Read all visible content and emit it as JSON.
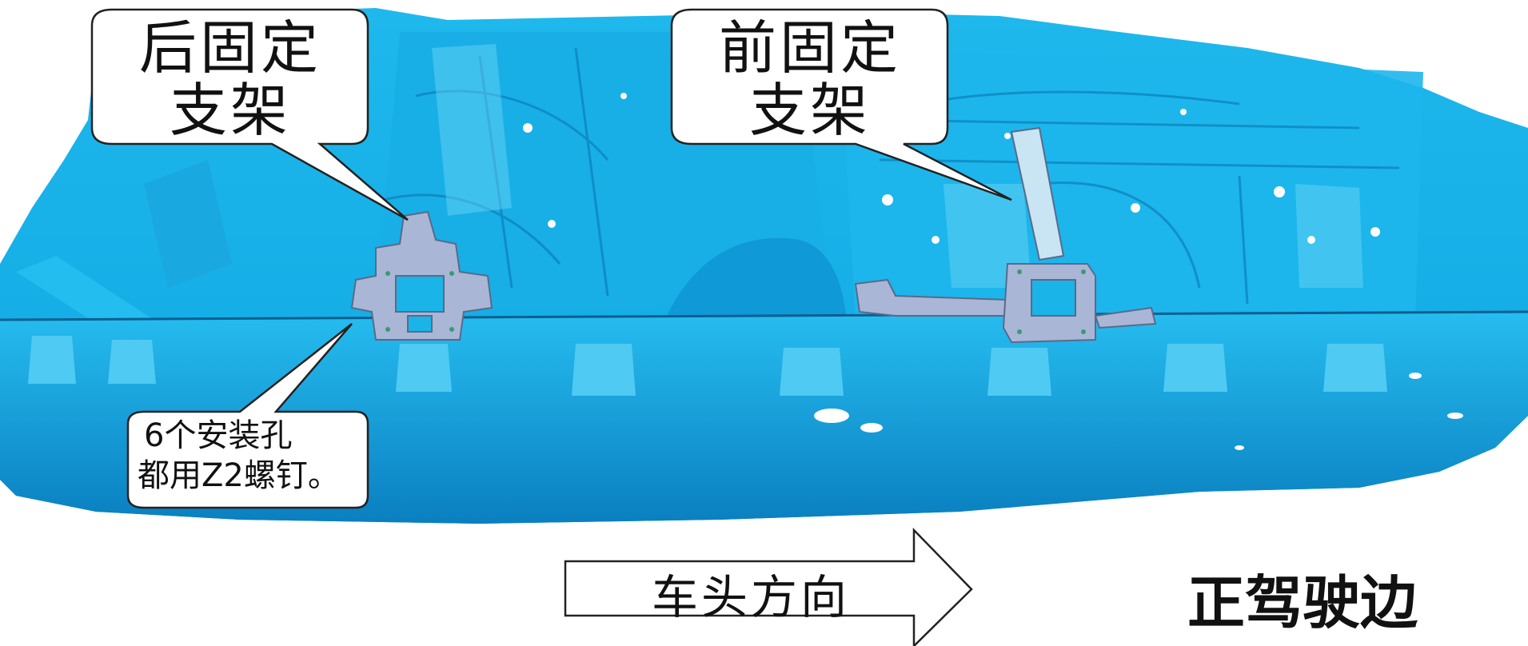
{
  "callouts": {
    "rear_bracket": {
      "line1": "后固定",
      "line2": "支架"
    },
    "front_bracket": {
      "line1": "前固定",
      "line2": "支架"
    },
    "mounting_holes": {
      "line1": "6个安装孔",
      "line2": "都用Z2螺钉。"
    }
  },
  "direction_arrow": {
    "label": "车头方向"
  },
  "side_label": "正驾驶边",
  "colors": {
    "scan_blue": "#1ab4e8",
    "scan_blue_dark": "#0a86c4",
    "scan_blue_light": "#6fd6f6",
    "bracket_gray": "#aab6d6",
    "callout_border": "#222222",
    "background": "#ffffff"
  }
}
